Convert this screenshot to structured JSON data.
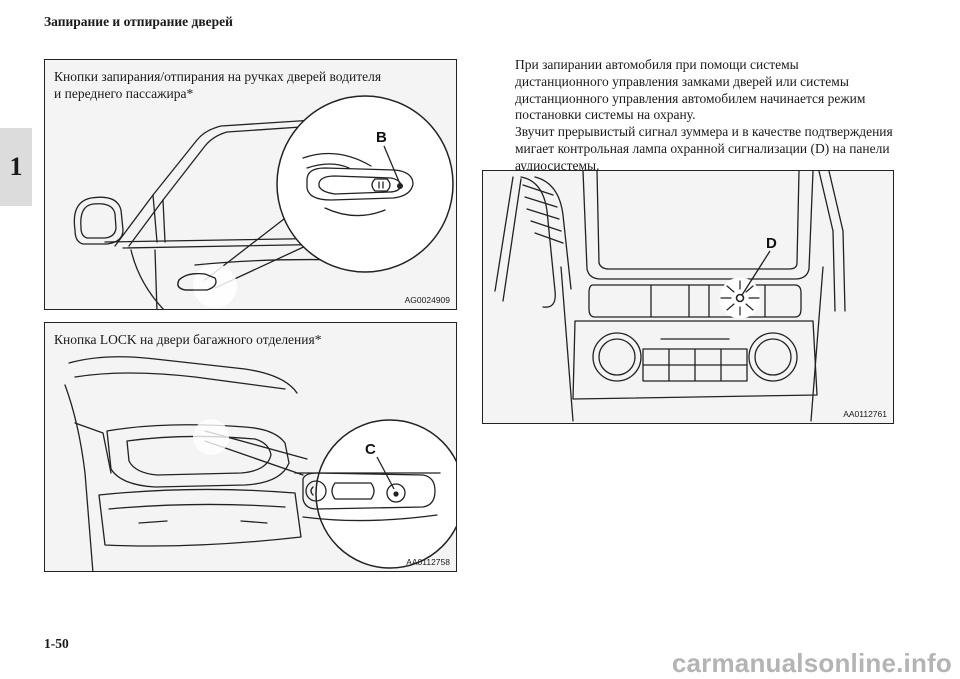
{
  "header": {
    "section_title": "Запирание и отпирание дверей"
  },
  "chapter_tab": "1",
  "body_text": {
    "paragraph_1": "При запирании автомобиля при помощи системы дистанционного управления замками дверей или системы дистанционного управления автомобилем начинается режим постановки системы на охрану.",
    "paragraph_2": "Звучит прерывистый сигнал зуммера и в качестве подтверждения мигает контрольная лампа охранной сигнализации (D) на панели аудиосистемы."
  },
  "figures": {
    "door_handle": {
      "caption_line_1": "Кнопки запирания/отпирания на ручках дверей водителя",
      "caption_line_2": "и переднего пассажира*",
      "callout": "B",
      "code": "AG0024909"
    },
    "tailgate": {
      "caption": "Кнопка LOCK на двери багажного отделения*",
      "callout": "C",
      "code": "AA0112758"
    },
    "audio_panel": {
      "callout": "D",
      "code": "AA0112761"
    }
  },
  "footer": {
    "page_number": "1-50",
    "watermark": "carmanualsonline.info"
  }
}
